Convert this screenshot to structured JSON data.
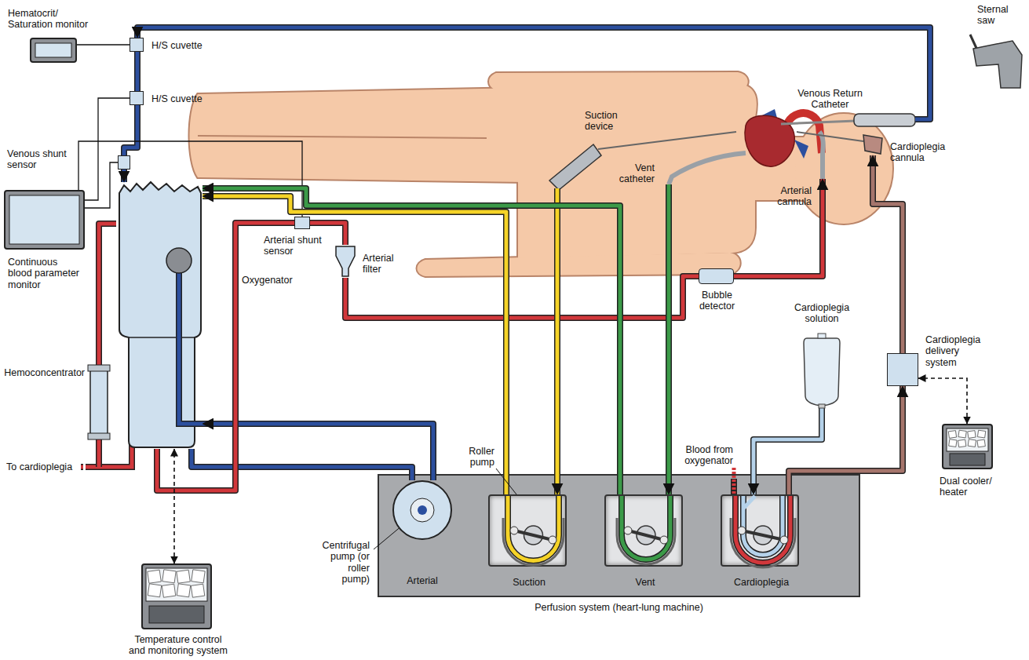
{
  "diagram": {
    "nodes": [
      {
        "text": [
          "Hematocrit/ Saturation monitor"
        ]
      },
      {
        "text": [
          "H/S cuvette"
        ]
      },
      {
        "text": [
          "H/S cuvette"
        ]
      },
      {
        "text": [
          "Venous shunt sensor"
        ]
      },
      {
        "text": [
          "Continuous blood parameter monitor"
        ]
      },
      {
        "text": [
          "Arterial shunt sensor"
        ]
      },
      {
        "text": [
          "Arterial filter"
        ]
      },
      {
        "text": [
          "Hemoconcentrator"
        ]
      },
      {
        "text": [
          "Oxygenator"
        ]
      },
      {
        "text": [
          "Temperature control and monitoring system"
        ]
      },
      {
        "text": [
          "Venous Return Catheter"
        ]
      },
      {
        "text": [
          "Suction device"
        ]
      },
      {
        "text": [
          "Vent catheter"
        ]
      },
      {
        "text": [
          "Arterial cannula"
        ]
      },
      {
        "text": [
          "Cardioplegia cannula"
        ]
      },
      {
        "text": [
          "Bubble detector"
        ]
      },
      {
        "text": [
          "Cardioplegia solution"
        ]
      },
      {
        "text": [
          "Cardioplegia delivery system"
        ]
      },
      {
        "text": [
          "Dual cooler/ heater"
        ]
      },
      {
        "text": [
          "Perfusion system (heart-lung machine)"
        ]
      },
      {
        "text": [
          "Arterial"
        ],
        "in": 19
      },
      {
        "text": [
          "Suction"
        ],
        "in": 19
      },
      {
        "text": [
          "Vent"
        ],
        "in": 19
      },
      {
        "text": [
          "Cardioplegia"
        ],
        "in": 19
      }
    ],
    "edges": [
      {
        "from": 10,
        "to": 1,
        "arrow": "to"
      },
      {
        "from": 1,
        "to": 2,
        "arrow": "none"
      },
      {
        "from": 2,
        "to": 3,
        "arrow": "none"
      },
      {
        "from": 3,
        "to": 8,
        "arrow": "to"
      },
      {
        "from": 0,
        "to": 1,
        "arrow": "none"
      },
      {
        "from": 4,
        "to": 2,
        "arrow": "none"
      },
      {
        "from": 4,
        "to": 3,
        "arrow": "none"
      },
      {
        "from": 4,
        "to": 5,
        "arrow": "none"
      },
      {
        "from": 8,
        "to": 20,
        "arrow": "none"
      },
      {
        "from": 20,
        "to": 8,
        "arrow": "to"
      },
      {
        "from": 8,
        "to": 5,
        "arrow": "none"
      },
      {
        "from": 5,
        "to": 6,
        "arrow": "none"
      },
      {
        "from": 6,
        "to": 15,
        "arrow": "none"
      },
      {
        "from": 15,
        "to": 13,
        "arrow": "to"
      },
      {
        "from": 7,
        "to": 8,
        "arrow": "none"
      },
      {
        "from": 9,
        "to": 8,
        "arrow": "both"
      },
      {
        "from": 11,
        "to": 21,
        "arrow": "to"
      },
      {
        "from": 21,
        "to": 8,
        "arrow": "to"
      },
      {
        "from": 12,
        "to": 22,
        "arrow": "to"
      },
      {
        "from": 22,
        "to": 8,
        "arrow": "to"
      },
      {
        "from": 16,
        "to": 23,
        "arrow": "to"
      },
      {
        "from": 23,
        "to": 17,
        "arrow": "to"
      },
      {
        "from": 17,
        "to": 14,
        "arrow": "to"
      },
      {
        "from": 18,
        "to": 17,
        "arrow": "both"
      }
    ],
    "labels": [
      "Sternal saw",
      "Centrifugal pump (or roller pump)",
      "Roller pump",
      "To cardioplegia",
      "Blood from oxygenator"
    ]
  }
}
